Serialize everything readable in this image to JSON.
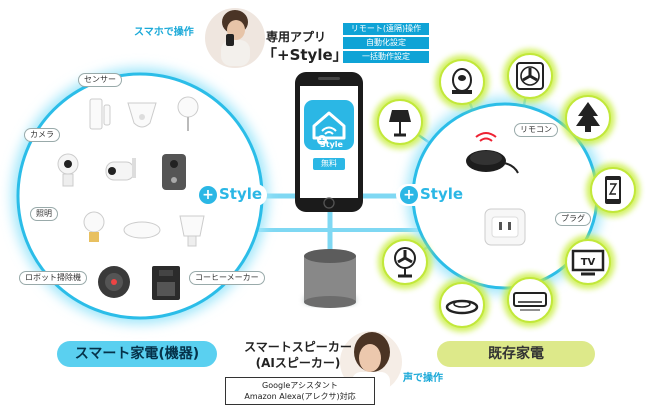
{
  "top": {
    "smartphone_op": "スマホで操作",
    "app_line1": "専用アプリ",
    "app_line2": "「+Style」",
    "features": [
      "リモート(遠隔)操作",
      "自動化設定",
      "一括動作設定"
    ]
  },
  "phone": {
    "badge": "無料",
    "brand": "Style"
  },
  "left_hub": {
    "brand": "Style",
    "labels": {
      "sensor": "センサー",
      "camera": "カメラ",
      "lighting": "照明",
      "robot": "ロボット掃除機",
      "coffee": "コーヒーメーカー"
    },
    "title": "スマート家電(機器)"
  },
  "right_hub": {
    "brand": "Style",
    "labels": {
      "remote": "リモコン",
      "plug": "プラグ"
    },
    "title": "既存家電",
    "tv_text": "TV"
  },
  "speaker": {
    "line1": "スマートスピーカー",
    "line2": "(AIスピーカー)",
    "assist1": "Googleアシスタント",
    "assist2": "Amazon Alexa(アレクサ)対応",
    "voice_op": "声で操作"
  },
  "colors": {
    "accent": "#1aa9d8",
    "glow": "#c8ee3c",
    "pill_blue": "#5ad0f0",
    "pill_green": "#dde98a"
  }
}
